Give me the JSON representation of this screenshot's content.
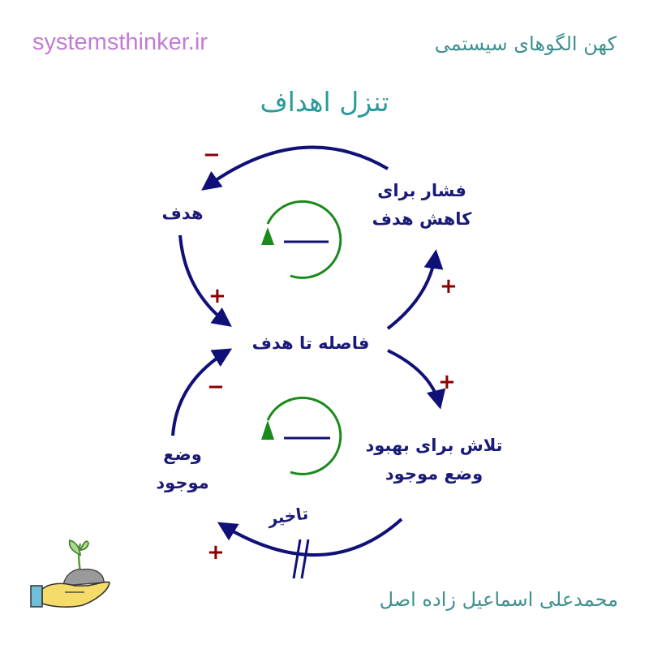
{
  "header": {
    "site": "systemsthinker.ir",
    "series_title": "کهن الگوهای سیستمی"
  },
  "title": "تنزل اهداف",
  "diagram": {
    "nodes": {
      "goal": "هدف",
      "pressure_line1": "فشار برای",
      "pressure_line2": "کاهش هدف",
      "gap": "فاصله تا هدف",
      "effort_line1": "تلاش برای بهبود",
      "effort_line2": "وضع موجود",
      "current_line1": "وضع",
      "current_line2": "موجود"
    },
    "link_signs": {
      "pressure_to_goal": "−",
      "goal_to_gap": "+",
      "gap_to_pressure": "+",
      "gap_to_effort": "+",
      "effort_to_current": "+",
      "current_to_gap": "−"
    },
    "delay_label": "تاخیر",
    "loops": [
      {
        "polarity": "—"
      },
      {
        "polarity": "—"
      }
    ]
  },
  "footer": {
    "author": "محمدعلی اسماعیل زاده اصل"
  },
  "colors": {
    "arrow": "#101078",
    "loop": "#1a8a1a",
    "sign": "#8b0000",
    "title": "#2a9a9a",
    "site": "#c27bd6"
  }
}
